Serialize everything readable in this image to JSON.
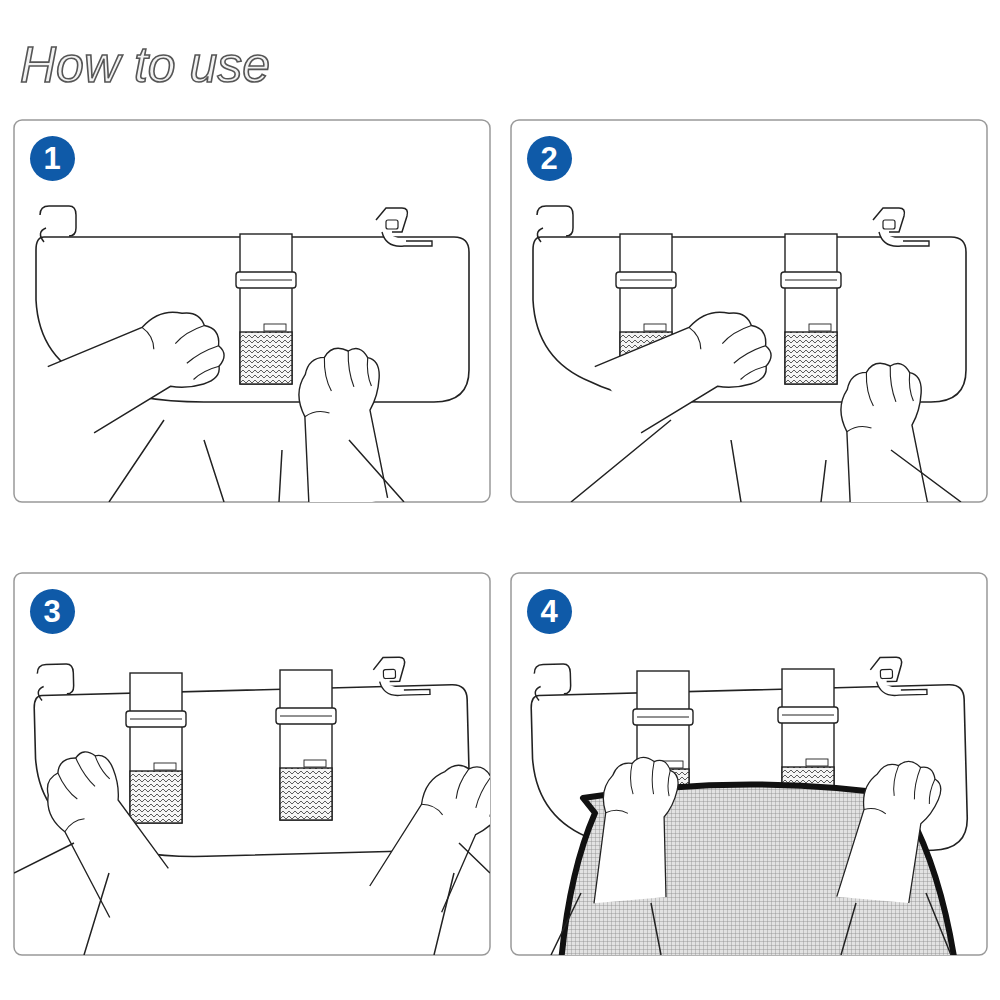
{
  "diagram": {
    "title": "How to use",
    "nodes": [
      {
        "text": [
          "1"
        ]
      },
      {
        "text": [
          "2"
        ]
      },
      {
        "text": [
          "3"
        ]
      },
      {
        "text": [
          "4"
        ]
      }
    ]
  }
}
